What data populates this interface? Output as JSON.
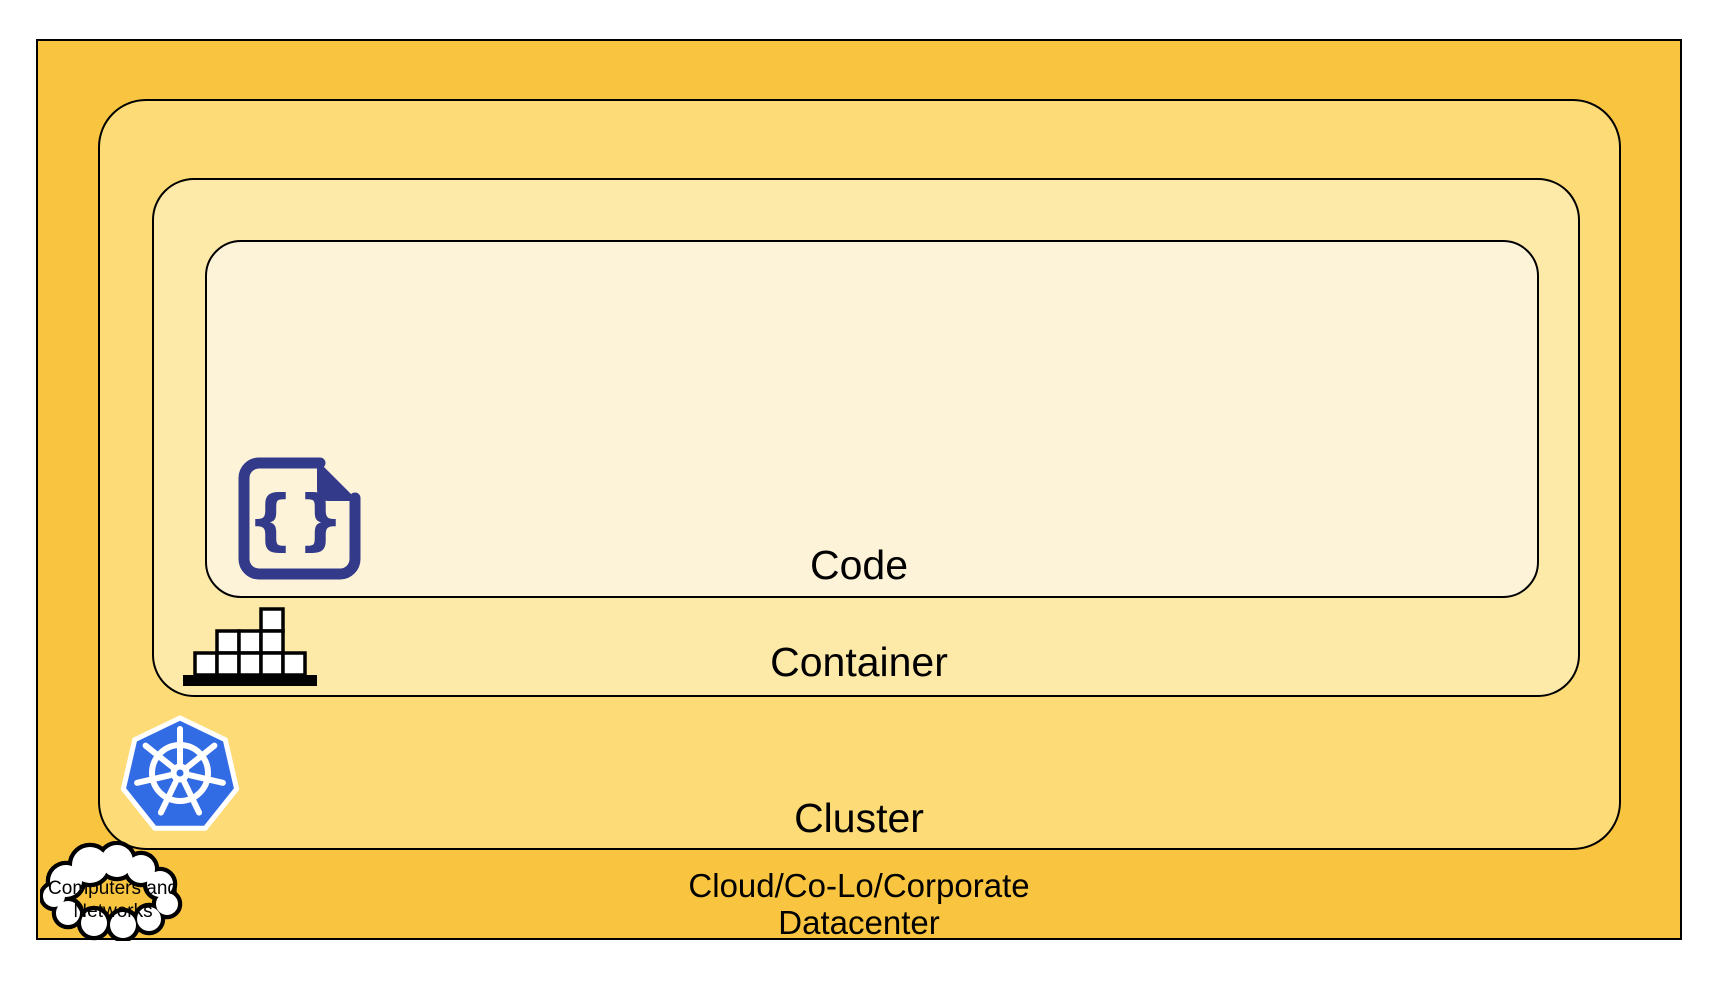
{
  "diagram": {
    "description": "Nested deployment layers diagram",
    "layers": [
      {
        "id": "datacenter",
        "label_line1": "Cloud/Co-Lo/Corporate",
        "label_line2": "Datacenter",
        "fill": "#F9C440"
      },
      {
        "id": "cluster",
        "label": "Cluster",
        "fill": "#FDDC78"
      },
      {
        "id": "container",
        "label": "Container",
        "fill": "#FDE9A8"
      },
      {
        "id": "code",
        "label": "Code",
        "fill": "#FDF3D8"
      }
    ],
    "cloud_callout": {
      "line1": "Computers and",
      "line2": "Networks",
      "fill": "#FFFFFF",
      "stroke": "#000000"
    },
    "icons": {
      "code_file_glyph": "{}",
      "code_file_color": "#333A8A",
      "kubernetes_blue": "#326CE5",
      "container_block_fill": "#FFFFFF",
      "container_block_stroke": "#000000"
    },
    "colors": {
      "border": "#000000",
      "page_background": "#FFFFFF"
    }
  }
}
